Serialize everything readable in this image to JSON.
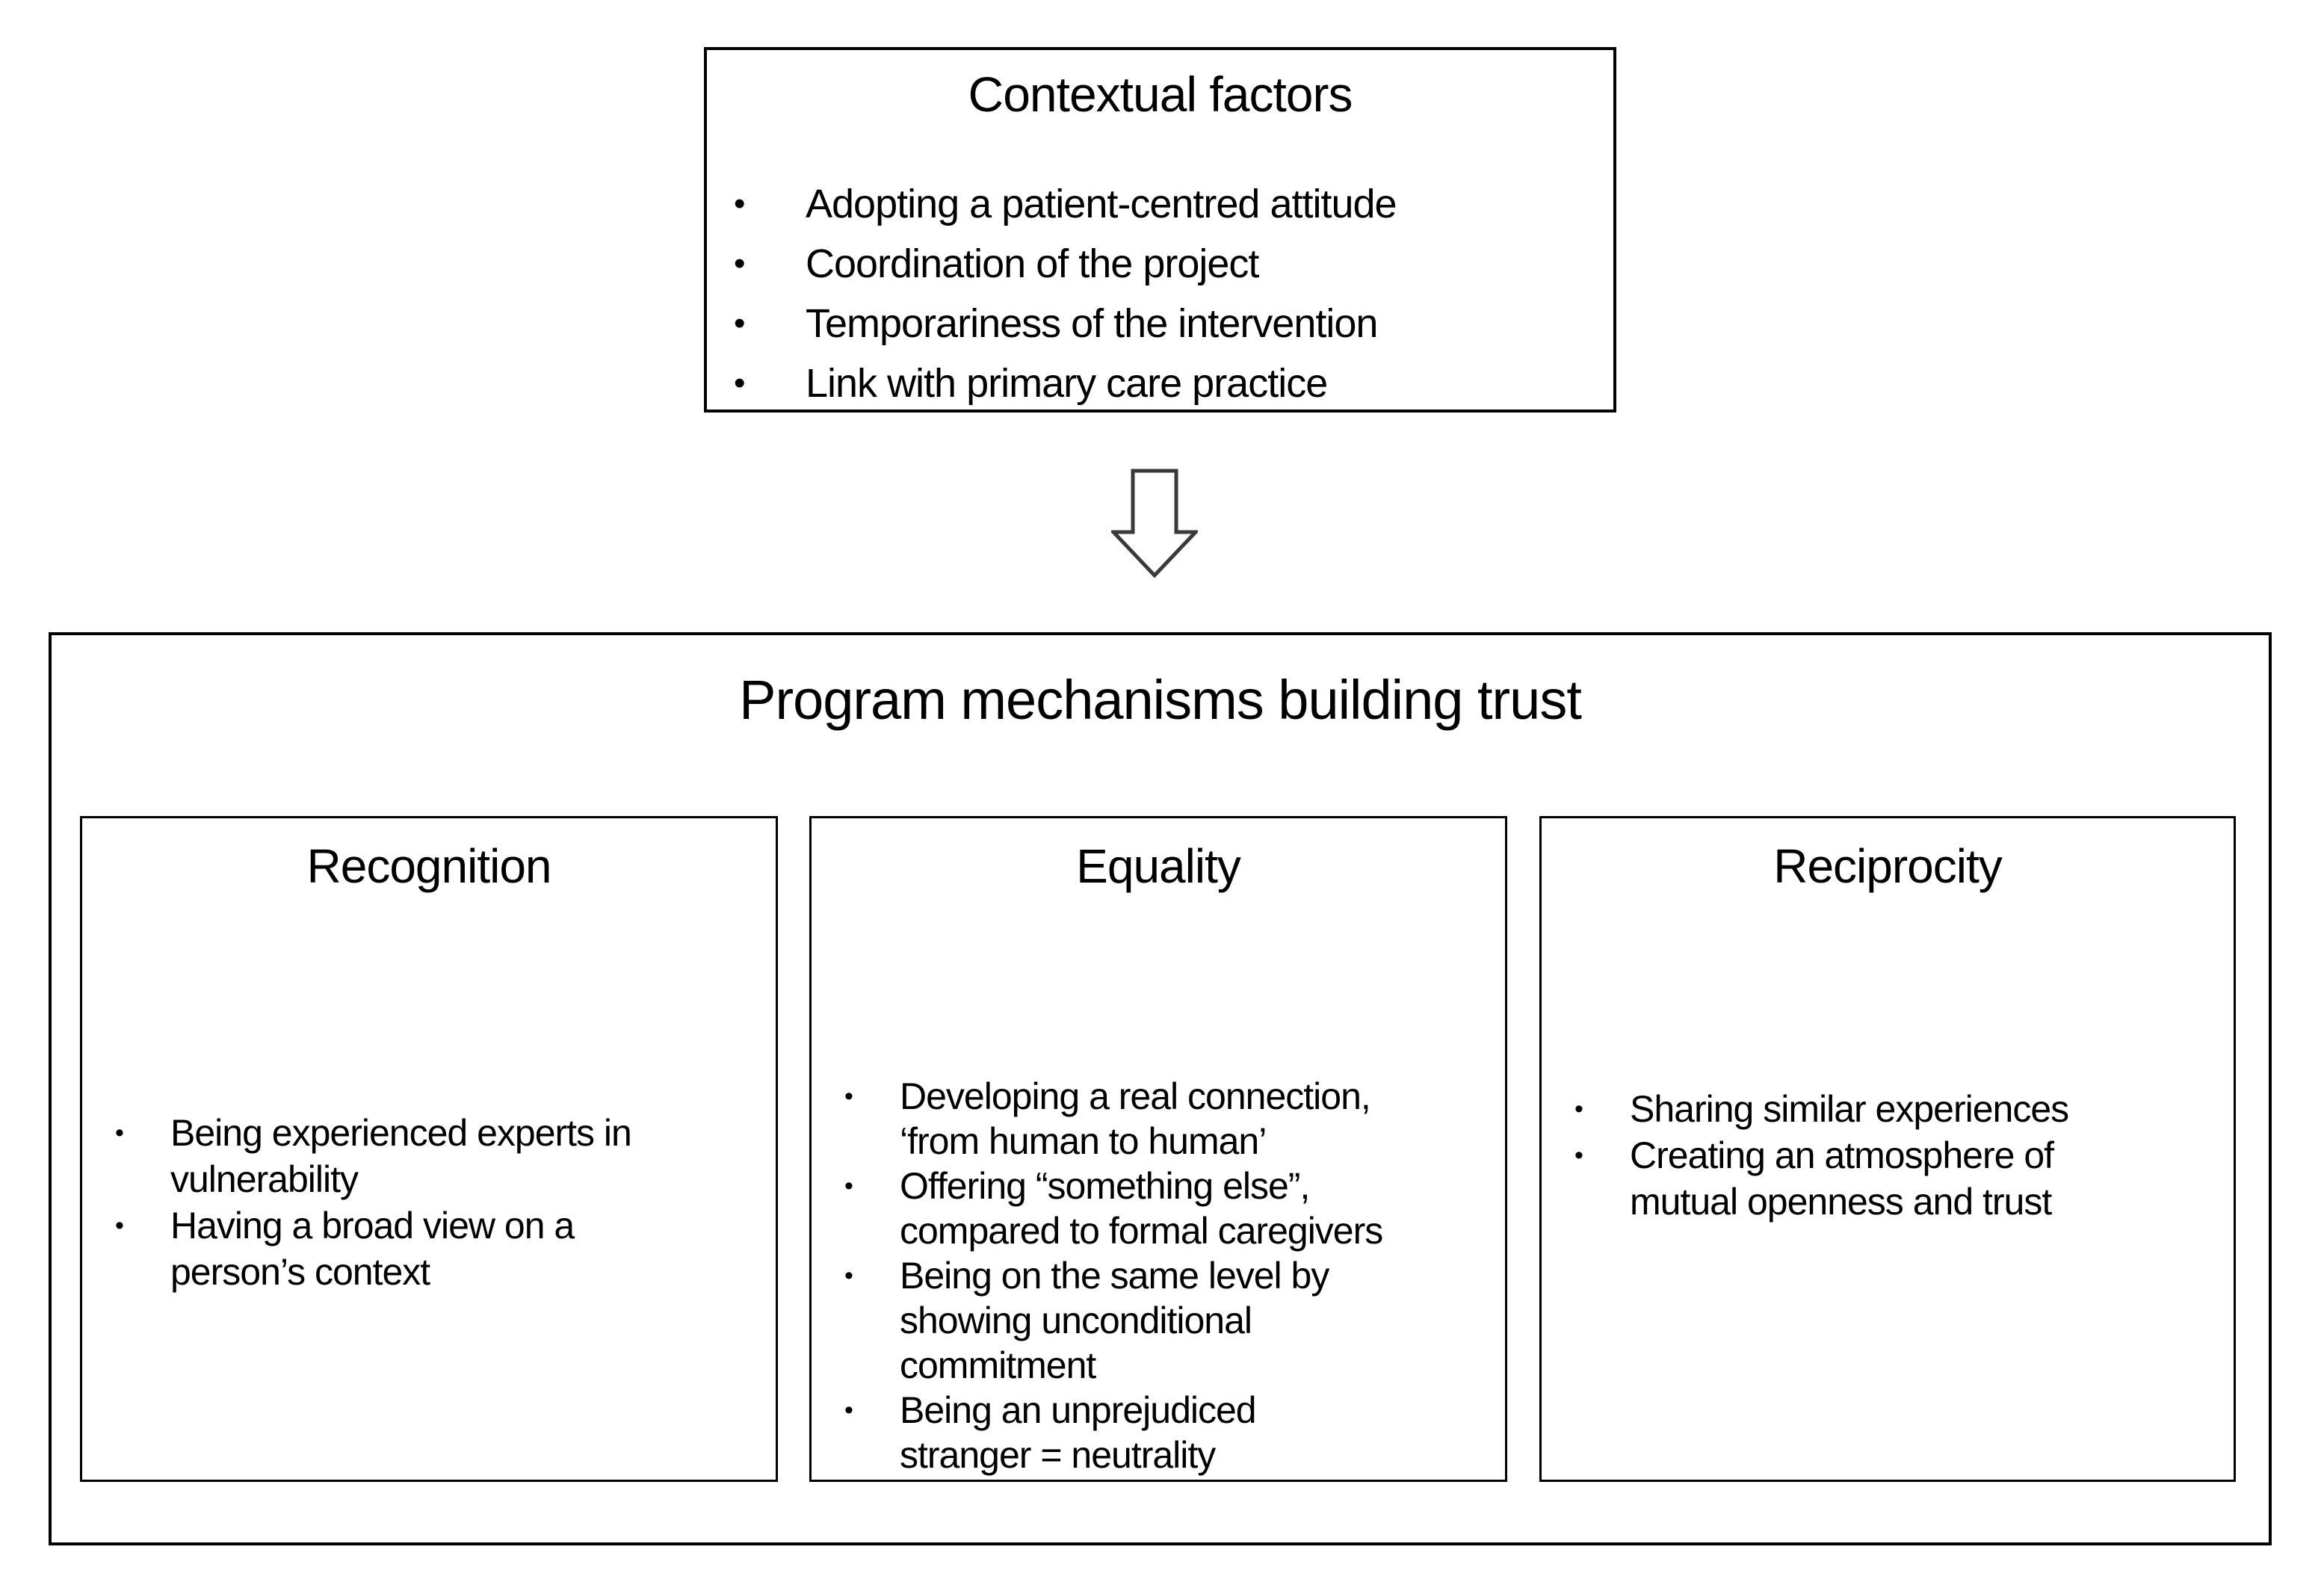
{
  "bullet_glyph": "•",
  "colors": {
    "border": "#000000",
    "text": "#000000",
    "background": "#ffffff",
    "arrow_outline": "#3a3a3a"
  },
  "top_box": {
    "title": "Contextual factors",
    "items": [
      "Adopting a patient-centred attitude",
      "Coordination of the project",
      "Temporariness of the intervention",
      "Link with primary care practice"
    ]
  },
  "main_box": {
    "title": "Program mechanisms building trust",
    "sections": [
      {
        "title": "Recognition",
        "items": [
          [
            "Being experienced experts in",
            "vulnerability"
          ],
          [
            "Having a broad view on a",
            "person’s context"
          ]
        ]
      },
      {
        "title": "Equality",
        "items": [
          [
            "Developing a real connection,",
            "‘from human to human’"
          ],
          [
            "Offering “something else”,",
            "compared to formal caregivers"
          ],
          [
            "Being on the same level by",
            "showing unconditional",
            "commitment"
          ],
          [
            "Being an unprejudiced",
            "stranger = neutrality"
          ]
        ]
      },
      {
        "title": "Reciprocity",
        "items": [
          [
            "Sharing similar experiences"
          ],
          [
            "Creating an atmosphere of",
            "mutual openness and trust"
          ]
        ]
      }
    ]
  }
}
